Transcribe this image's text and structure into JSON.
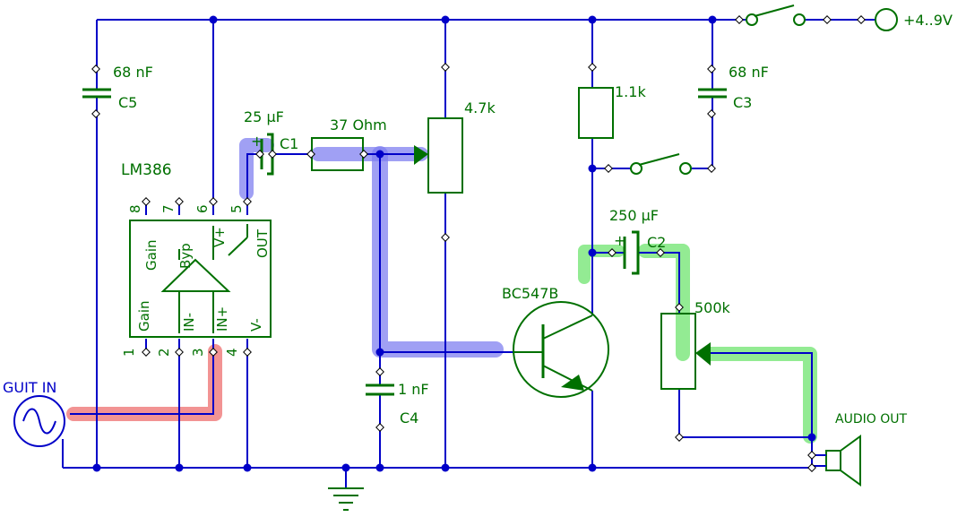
{
  "supply": {
    "label": "+4..9V"
  },
  "input": {
    "label": "GUIT IN"
  },
  "output": {
    "label": "AUDIO OUT"
  },
  "ic": {
    "name": "LM386",
    "pins": [
      "1",
      "2",
      "3",
      "4",
      "5",
      "6",
      "7",
      "8"
    ],
    "pin_labels": {
      "gain_top": "Gain",
      "byp": "Byp",
      "vplus": "V+",
      "out": "OUT",
      "gain_bottom": "Gain",
      "in_minus": "IN-",
      "in_plus": "IN+",
      "vminus": "V-"
    }
  },
  "components": {
    "c5": {
      "value": "68 nF",
      "ref": "C5"
    },
    "c1": {
      "value": "25 µF",
      "ref": "C1",
      "polarity": "+"
    },
    "r_37": {
      "value": "37 Ohm"
    },
    "pot_4k7": {
      "value": "4.7k"
    },
    "r_1k1": {
      "value": "1.1k"
    },
    "c3": {
      "value": "68 nF",
      "ref": "C3"
    },
    "c2": {
      "value": "250 µF",
      "ref": "C2",
      "polarity": "+"
    },
    "pot_500k": {
      "value": "500k"
    },
    "c4": {
      "value": "1 nF",
      "ref": "C4"
    },
    "transistor": {
      "name": "BC547B"
    }
  },
  "colors": {
    "wire": "#0000c8",
    "component": "#007000",
    "highlight_input": "#f08080",
    "highlight_signal": "#8080f0",
    "highlight_output": "#80e880"
  }
}
